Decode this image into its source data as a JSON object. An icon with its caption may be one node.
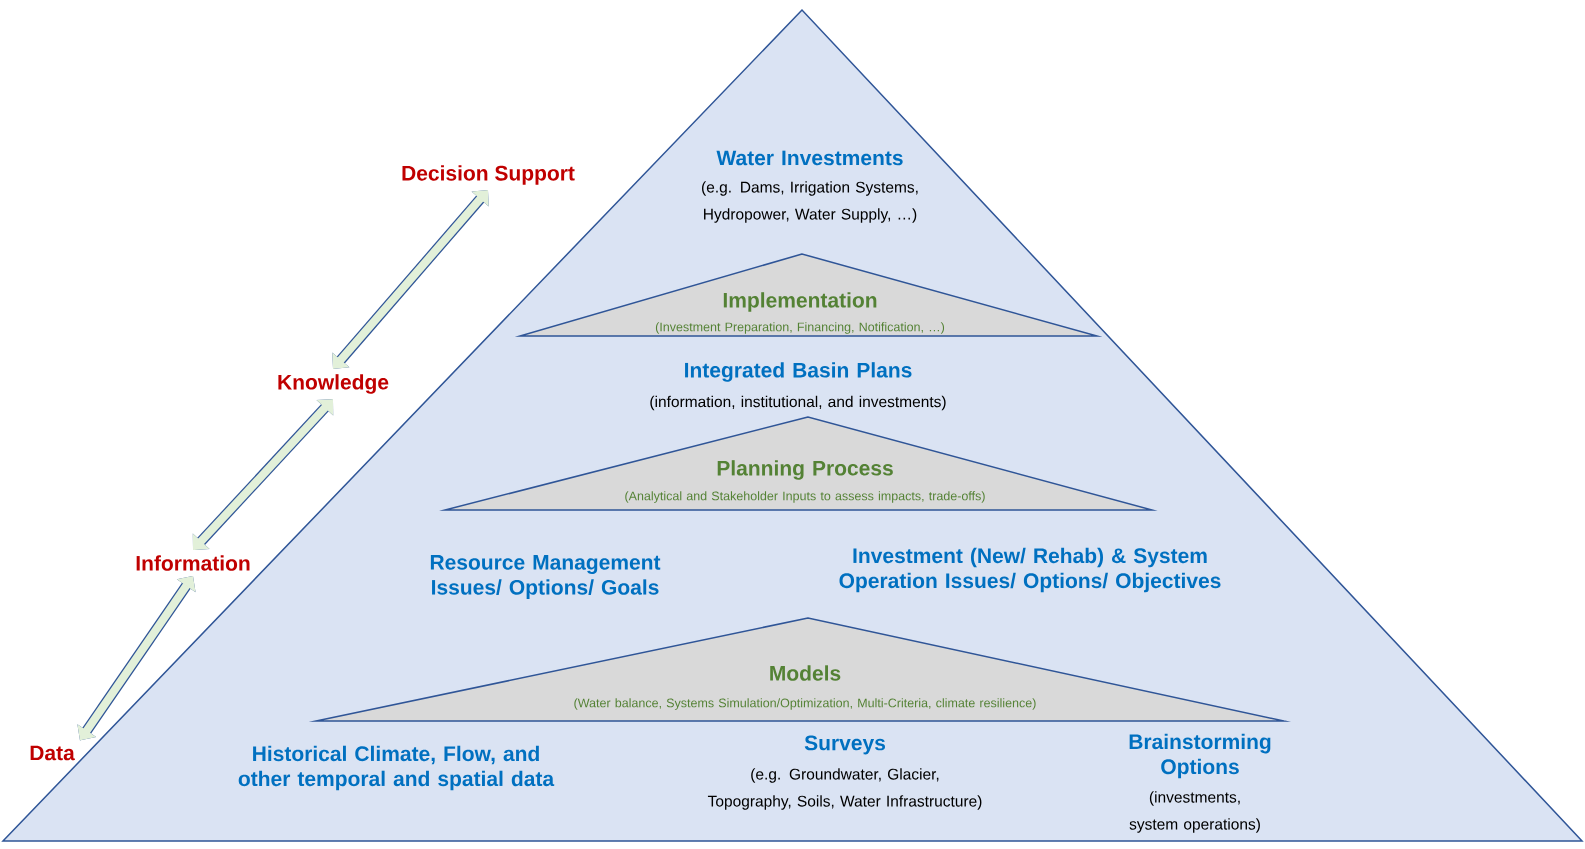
{
  "diagram": {
    "nodes": [
      {
        "text": [
          "Water Investments",
          "(e.g. Dams, Irrigation Systems, Hydropower, Water Supply, …)",
          "Integrated Basin Plans",
          "(information, institutional, and investments)",
          "Resource Management Issues/ Options/ Goals",
          "Investment (New/ Rehab) & System Operation Issues/ Options/ Objectives",
          "Historical Climate, Flow, and other temporal and spatial data",
          "Surveys",
          "(e.g. Groundwater, Glacier, Topography, Soils, Water Infrastructure)",
          "Brainstorming Options",
          "(investments, system operations)"
        ]
      },
      {
        "text": [
          "Implementation",
          "(Investment Preparation, Financing, Notification, …)"
        ],
        "in": 0
      },
      {
        "text": [
          "Planning Process",
          "(Analytical and Stakeholder Inputs to assess impacts, trade-offs)"
        ],
        "in": 0
      },
      {
        "text": [
          "Models",
          "(Water balance, Systems Simulation/Optimization, Multi-Criteria, climate resilience)"
        ],
        "in": 0
      },
      {
        "text": [
          "Decision Support"
        ]
      },
      {
        "text": [
          "Knowledge"
        ]
      },
      {
        "text": [
          "Information"
        ]
      },
      {
        "text": [
          "Data"
        ]
      }
    ],
    "edges": [
      {
        "from": 7,
        "to": 6,
        "arrow": "both"
      },
      {
        "from": 6,
        "to": 5,
        "arrow": "both"
      },
      {
        "from": 5,
        "to": 4,
        "arrow": "both"
      }
    ]
  }
}
